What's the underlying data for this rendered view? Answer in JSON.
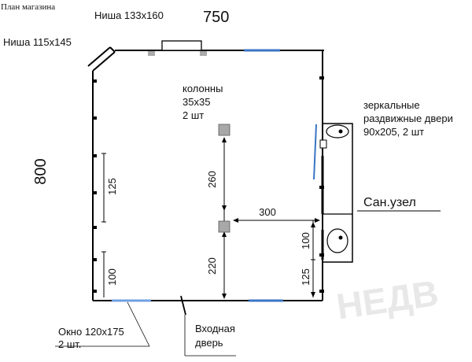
{
  "title": "План магазина",
  "dims": {
    "width": "750",
    "height": "800"
  },
  "niche_top": "Ниша 133х160",
  "niche_left": "Ниша 115х145",
  "columns": {
    "line1": "колонны",
    "line2": "35х35",
    "line3": "2 шт"
  },
  "mirror_doors": {
    "line1": "зеркальные",
    "line2": "раздвижные двери",
    "line3": "90х205, 2 шт"
  },
  "bathroom": "Сан.узел",
  "window": {
    "line1": "Окно 120х175",
    "line2": "2 шт."
  },
  "entrance": {
    "line1": "Входная",
    "line2": "дверь"
  },
  "measurements": {
    "left_upper": "125",
    "left_lower": "100",
    "col_upper": "260",
    "col_lower": "220",
    "col_to_wall": "300",
    "right_upper": "100",
    "right_lower": "125"
  },
  "colors": {
    "wall": "#000000",
    "window": "#3a74c4",
    "watermark": "#e6e6e6"
  }
}
